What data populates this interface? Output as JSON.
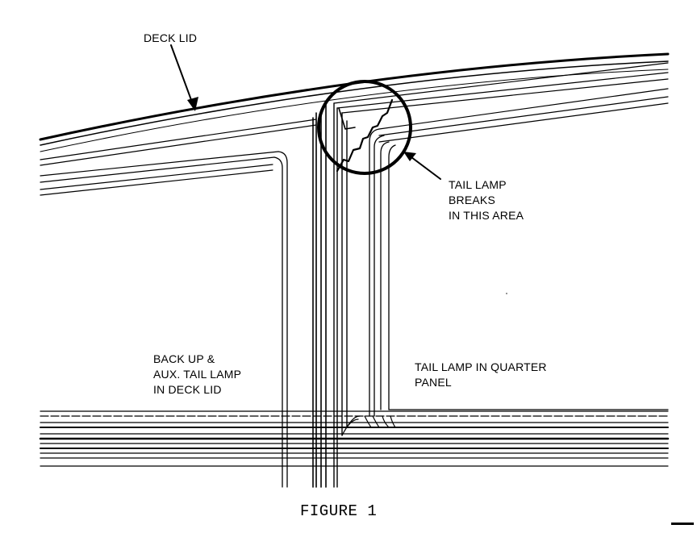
{
  "labels": {
    "deck_lid": [
      "DECK LID"
    ],
    "breaks": [
      "TAIL LAMP",
      "BREAKS",
      "IN THIS AREA"
    ],
    "backup": [
      "BACK UP &",
      "AUX. TAIL LAMP",
      "IN DECK LID"
    ],
    "quarter": [
      "TAIL LAMP IN QUARTER",
      "PANEL"
    ]
  },
  "caption": "FIGURE 1"
}
